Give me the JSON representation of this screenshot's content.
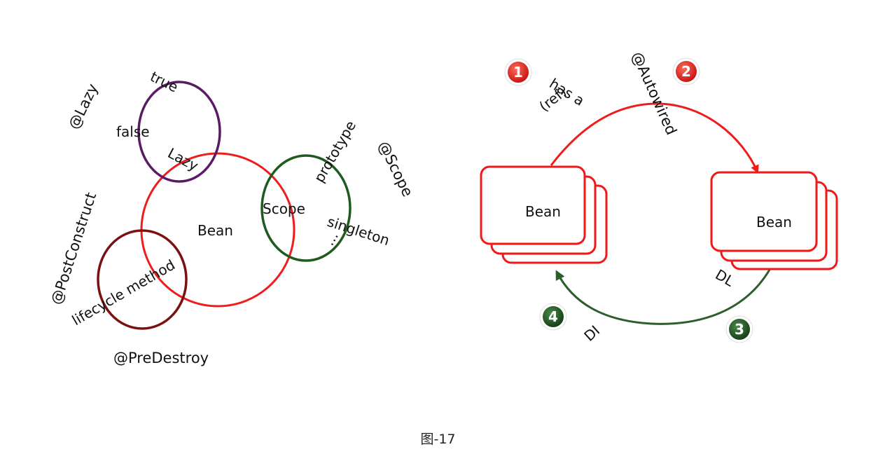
{
  "left_diagram": {
    "center_label": "Bean",
    "lazy": {
      "annotation": "@Lazy",
      "value_true": "true",
      "value_false": "false",
      "label": "Lazy"
    },
    "scope": {
      "annotation": "@Scope",
      "label": "Scope",
      "value_prototype": "prototype",
      "value_singleton": "singleton",
      "more": "..."
    },
    "lifecycle": {
      "annotation_init": "@PostConstruct",
      "annotation_destroy": "@PreDestroy",
      "label": "lifecycle method"
    }
  },
  "right_diagram": {
    "bean_left_label": "Bean",
    "bean_right_label": "Bean",
    "has_a_label": "has a",
    "ref_label": "(ref)",
    "autowired_label": "@Autowired",
    "dl_label": "DL",
    "di_label": "DI",
    "badges": [
      "1",
      "2",
      "3",
      "4"
    ]
  },
  "caption": "图-17",
  "colors": {
    "bean_circle": "#ee1c1c",
    "lazy_circle": "#5b1a66",
    "scope_circle": "#1f5a1f",
    "lifecycle_circle": "#7a1010",
    "bean_box": "#f01818",
    "arrow_red": "#ee1c1c",
    "arrow_green": "#2b5e2b",
    "badge_red": "#e21d1d",
    "badge_green": "#1f4f1f"
  }
}
